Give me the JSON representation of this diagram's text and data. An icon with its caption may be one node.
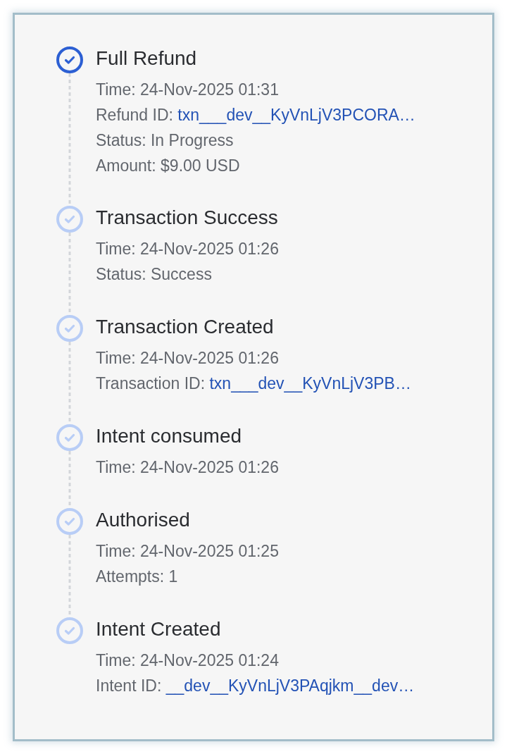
{
  "diagram": {
    "nodes": [
      {
        "text": [],
        "shape": "circle",
        "beside": [
          "Full Refund",
          "Time: 24-Nov-2025 01:31",
          "Refund ID: txn___dev__KyVnLjV3PCORA…",
          "Status: In Progress",
          "Amount: $9.00 USD"
        ]
      },
      {
        "text": [],
        "shape": "circle",
        "beside": [
          "Transaction Success",
          "Time: 24-Nov-2025 01:26",
          "Status: Success"
        ]
      },
      {
        "text": [],
        "shape": "circle",
        "beside": [
          "Transaction Created",
          "Time: 24-Nov-2025 01:26",
          "Transaction ID: txn___dev__KyVnLjV3PB…"
        ]
      },
      {
        "text": [],
        "shape": "circle",
        "beside": [
          "Intent consumed",
          "Time: 24-Nov-2025 01:26"
        ]
      },
      {
        "text": [],
        "shape": "circle",
        "beside": [
          "Authorised",
          "Time: 24-Nov-2025 01:25",
          "Attempts: 1"
        ]
      },
      {
        "text": [],
        "shape": "circle",
        "beside": [
          "Intent Created",
          "Time: 24-Nov-2025 01:24",
          "Intent ID: __dev__KyVnLjV3PAqjkm__dev…"
        ]
      }
    ],
    "edges": [
      {
        "from": 0,
        "to": 1,
        "arrow": "none",
        "style": "dashed"
      },
      {
        "from": 1,
        "to": 2,
        "arrow": "none",
        "style": "dashed"
      },
      {
        "from": 2,
        "to": 3,
        "arrow": "none",
        "style": "dashed"
      },
      {
        "from": 3,
        "to": 4,
        "arrow": "none",
        "style": "dashed"
      },
      {
        "from": 4,
        "to": 5,
        "arrow": "none",
        "style": "dashed"
      }
    ]
  }
}
